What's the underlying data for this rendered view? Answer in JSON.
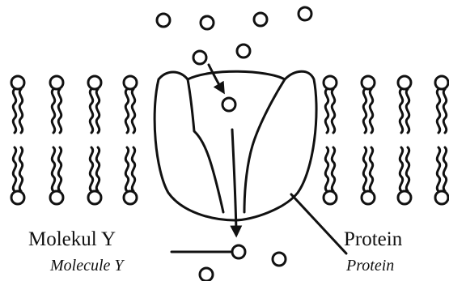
{
  "labels": {
    "molecule_main": "Molekul Y",
    "molecule_sub": "Molecule Y",
    "protein_main": "Protein",
    "protein_sub": "Protein"
  }
}
